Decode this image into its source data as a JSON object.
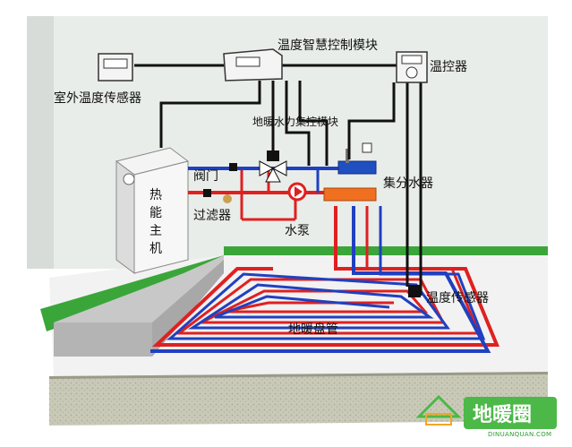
{
  "labels": {
    "control_module": "温度智慧控制模块",
    "thermostat": "温控器",
    "outdoor_sensor": "室外温度传感器",
    "mixing_module": "地暖水力集控模块",
    "manifold": "集分水器",
    "valve": "阀门",
    "filter": "过滤器",
    "pump": "水泵",
    "temp_sensor": "温度传感器",
    "floor_coil": "地暖盘管",
    "heat_host": [
      "热",
      "能",
      "主",
      "机"
    ]
  },
  "brand": {
    "name": "地暖圈",
    "url": "DINUANQUAN.COM"
  },
  "colors": {
    "supply_pipe": "#e02020",
    "return_pipe": "#2040c0",
    "manifold_top": "#2050c0",
    "manifold_bottom": "#f07020",
    "grass": "#3aa63a",
    "wall": "#e8ece8",
    "floor": "#cfcfcf",
    "brand_green": "#4cb848"
  }
}
